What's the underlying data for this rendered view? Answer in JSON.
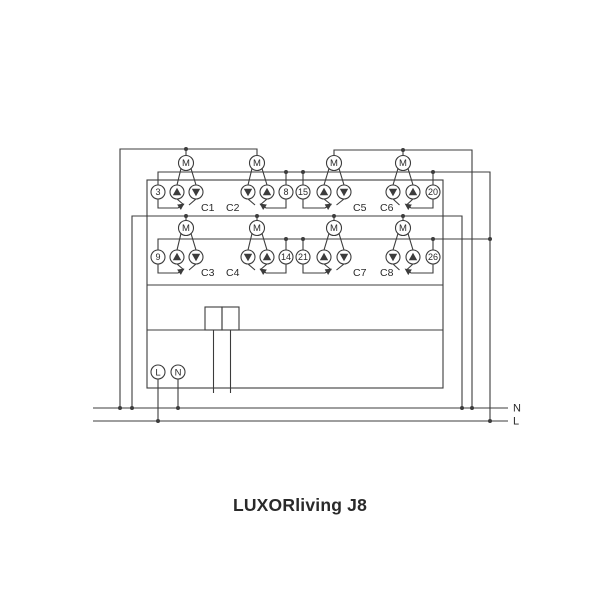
{
  "title": "LUXORliving J8",
  "diagram": {
    "motor_symbol": "M",
    "channels": [
      {
        "label": "C1",
        "terminal": "3",
        "row": "top",
        "terminal_side": "left",
        "arrow_order": "up-down"
      },
      {
        "label": "C2",
        "terminal": "8",
        "row": "top",
        "terminal_side": "right",
        "arrow_order": "down-up"
      },
      {
        "label": "C3",
        "terminal": "9",
        "row": "bottom",
        "terminal_side": "left",
        "arrow_order": "up-down"
      },
      {
        "label": "C4",
        "terminal": "14",
        "row": "bottom",
        "terminal_side": "right",
        "arrow_order": "down-up"
      },
      {
        "label": "C5",
        "terminal": "15",
        "row": "top",
        "terminal_side": "left",
        "arrow_order": "up-down"
      },
      {
        "label": "C6",
        "terminal": "20",
        "row": "top",
        "terminal_side": "right",
        "arrow_order": "down-up"
      },
      {
        "label": "C7",
        "terminal": "21",
        "row": "bottom",
        "terminal_side": "left",
        "arrow_order": "up-down"
      },
      {
        "label": "C8",
        "terminal": "26",
        "row": "bottom",
        "terminal_side": "right",
        "arrow_order": "down-up"
      }
    ],
    "power_terminals": {
      "line": "L",
      "neutral": "N"
    },
    "bus_labels": {
      "neutral": "N",
      "line": "L"
    },
    "colors": {
      "line": "#3c3c3c",
      "text": "#2a2a2a"
    }
  }
}
